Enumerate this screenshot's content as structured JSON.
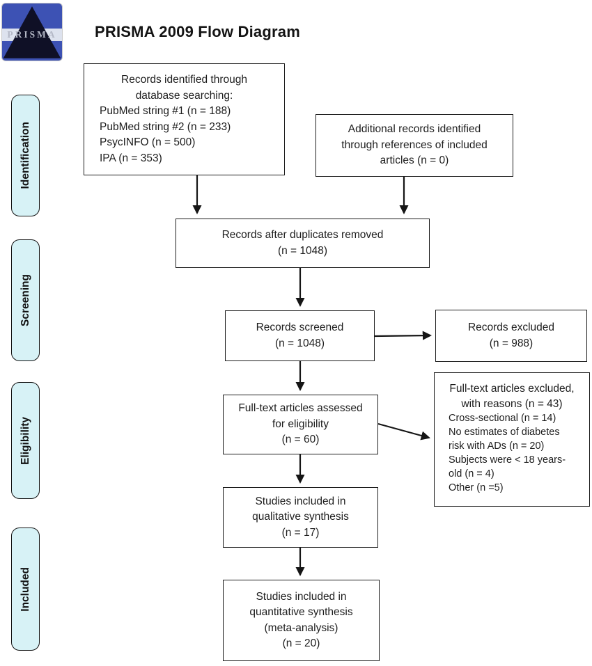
{
  "header": {
    "logo_text": "PRISMA",
    "title": "PRISMA 2009 Flow Diagram"
  },
  "stages": [
    {
      "label": "Identification"
    },
    {
      "label": "Screening"
    },
    {
      "label": "Eligibility"
    },
    {
      "label": "Included"
    }
  ],
  "boxes": {
    "identified": {
      "heading_lines": [
        "Records identified through",
        "database searching:"
      ],
      "items": [
        "PubMed string #1 (n = 188)",
        "PubMed string #2 (n = 233)",
        "PsycINFO (n = 500)",
        "IPA (n = 353)"
      ]
    },
    "additional": {
      "lines": [
        "Additional records identified",
        "through references of included",
        "articles (n = 0)"
      ]
    },
    "duplicates_removed": {
      "lines": [
        "Records after duplicates removed",
        "(n = 1048)"
      ]
    },
    "screened": {
      "lines": [
        "Records screened",
        "(n = 1048)"
      ]
    },
    "records_excluded": {
      "lines": [
        "Records excluded",
        "(n = 988)"
      ]
    },
    "fulltext_assessed": {
      "lines": [
        "Full-text articles assessed",
        "for eligibility",
        "(n = 60)"
      ]
    },
    "fulltext_excluded": {
      "heading_lines": [
        "Full-text articles excluded,",
        "with reasons (n = 43)"
      ],
      "reasons": [
        "Cross-sectional (n = 14)",
        "No estimates of diabetes risk with ADs (n = 20)",
        "Subjects were < 18 years-old (n = 4)",
        "Other (n =5)"
      ]
    },
    "qualitative": {
      "lines": [
        "Studies included in",
        "qualitative synthesis",
        "(n = 17)"
      ]
    },
    "quantitative": {
      "lines": [
        "Studies included in",
        "quantitative synthesis",
        "(meta-analysis)",
        "(n = 20)"
      ]
    }
  },
  "colors": {
    "stage_fill": "#d7f2f6",
    "box_border": "#1c1c1c",
    "arrow": "#151515",
    "logo_blue": "#3d52b4",
    "logo_pyramid": "#0f1026",
    "text": "#1d1d1d"
  }
}
